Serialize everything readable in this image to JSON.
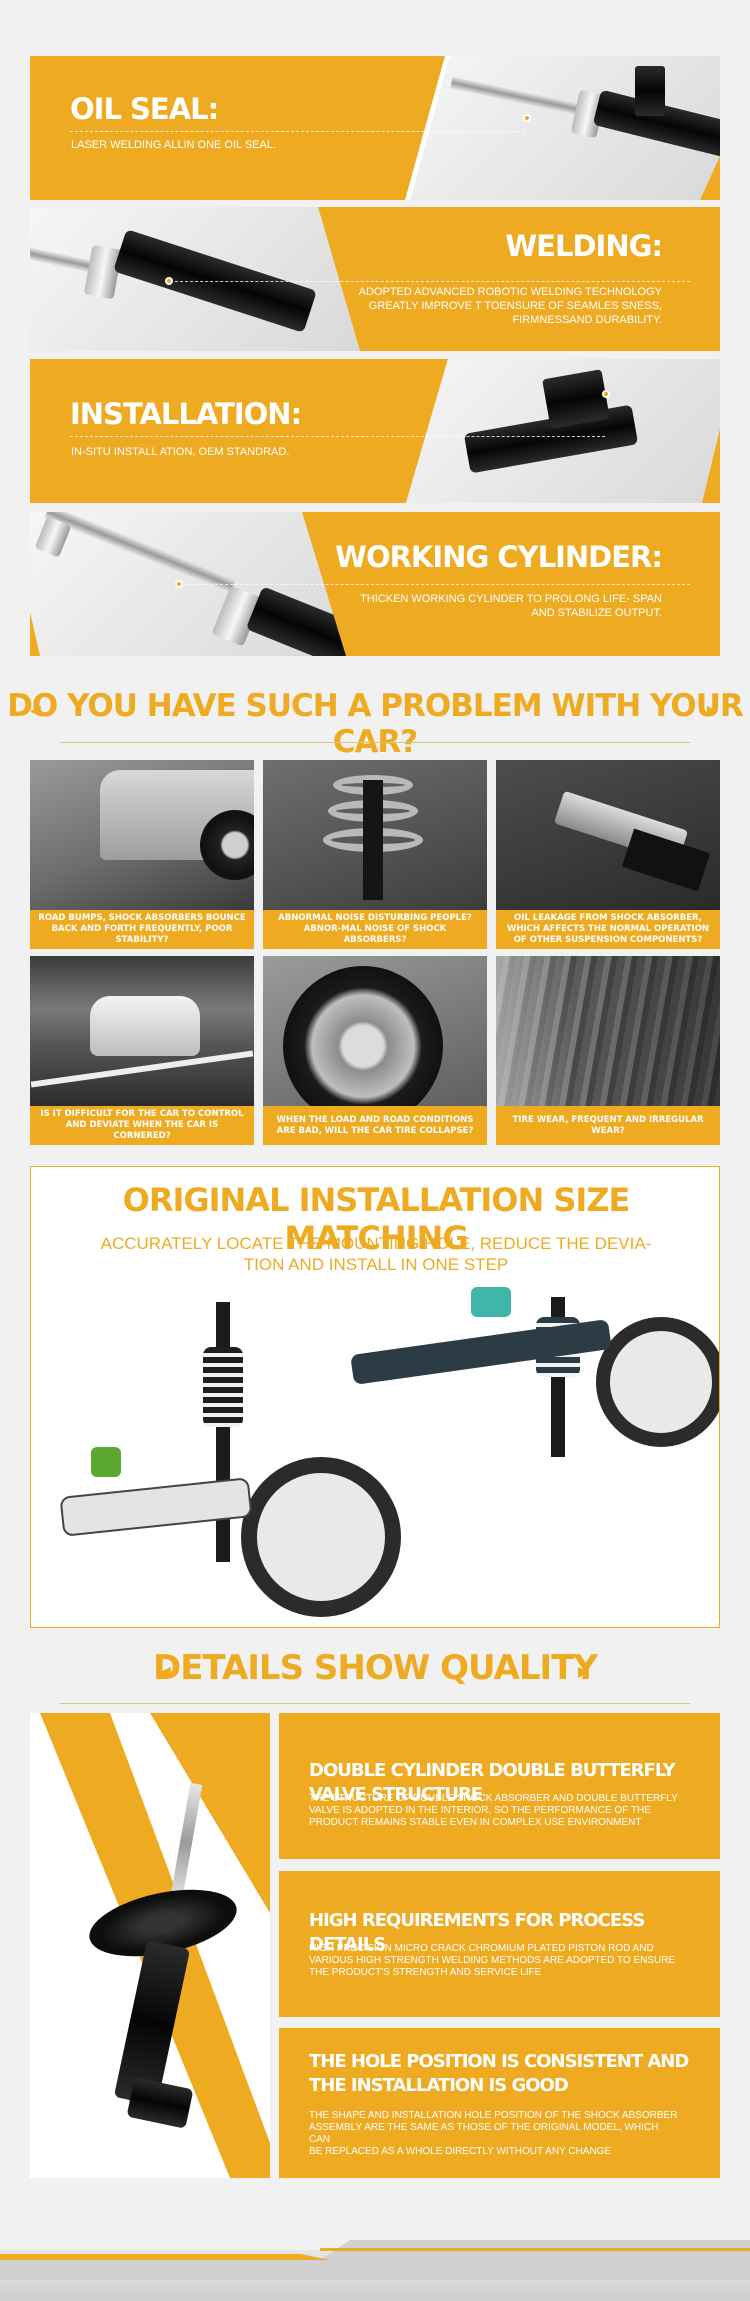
{
  "features": [
    {
      "title": "OIL SEAL:",
      "desc": "LASER WELDING ALLIN ONE OIL SEAL."
    },
    {
      "title": "WELDING:",
      "desc_lines": [
        "ADOPTED ADVANCED ROBOTIC WELDING TECHNOLOGY",
        "GREATLY IMPROVE T TOENSURE OF SEAMLES SNESS,",
        "FIRMNESSAND DURABILITY."
      ]
    },
    {
      "title": "INSTALLATION:",
      "desc": "IN-SITU INSTALL ATION, OEM STANDRAD."
    },
    {
      "title": "WORKING CYLINDER:",
      "desc_lines": [
        "THICKEN WORKING CYLINDER TO PROLONG LIFE- SPAN",
        "AND STABILIZE OUTPUT."
      ]
    }
  ],
  "problem_section": {
    "title": "DO YOU HAVE SUCH A PROBLEM WITH YOUR CAR?",
    "items": [
      {
        "caption": "ROAD BUMPS, SHOCK ABSORBERS BOUNCE BACK AND FORTH FREQUENTLY, POOR STABILITY?"
      },
      {
        "caption": "ABNORMAL NOISE DISTURBING PEOPLE? ABNOR-MAL NOISE OF SHOCK ABSORBERS?"
      },
      {
        "caption": "OIL LEAKAGE FROM SHOCK ABSORBER, WHICH AFFECTS THE NORMAL OPERATION OF OTHER SUSPENSION COMPONENTS?"
      },
      {
        "caption": "IS IT DIFFICULT FOR THE CAR TO CONTROL AND DEVIATE WHEN THE CAR IS CORNERED?"
      },
      {
        "caption": "WHEN THE LOAD AND ROAD CONDITIONS ARE BAD, WILL THE CAR TIRE COLLAPSE?"
      },
      {
        "caption": "TIRE WEAR, FREQUENT AND IRREGULAR WEAR?"
      }
    ]
  },
  "installation": {
    "title": "ORIGINAL INSTALLATION SIZE MATCHING",
    "subtitle_line1": "ACCURATELY LOCATE THE MOUNTING HOLE, REDUCE THE DEVIA-",
    "subtitle_line2": "TION AND INSTALL IN ONE STEP"
  },
  "details": {
    "title": "DETAILS SHOW QUALITY",
    "items": [
      {
        "title_lines": [
          "DOUBLE CYLINDER DOUBLE BUTTERFLY VALVE STRUCTURE"
        ],
        "desc_lines": [
          "THE STRUCTURE OF DOUBLE SHOCK ABSORBER AND DOUBLE BUTTERFLY",
          "VALVE IS ADOPTED IN THE INTERIOR, SO THE PERFORMANCE OF THE",
          "PRODUCT REMAINS STABLE EVEN IN COMPLEX USE ENVIRONMENT"
        ]
      },
      {
        "title_lines": [
          "HIGH REQUIREMENTS FOR PROCESS DETAILS"
        ],
        "desc_lines": [
          "HIGH PRECISION MICRO CRACK CHROMIUM PLATED PISTON ROD AND",
          "VARIOUS HIGH STRENGTH WELDING METHODS ARE ADOPTED TO ENSURE",
          "THE PRODUCT'S STRENGTH AND SERVICE LIFE"
        ]
      },
      {
        "title_lines": [
          "THE HOLE POSITION IS CONSISTENT AND",
          "THE INSTALLATION IS GOOD"
        ],
        "desc_lines": [
          "THE SHAPE AND INSTALLATION HOLE POSITION OF THE SHOCK ABSORBER",
          "ASSEMBLY ARE THE SAME AS THOSE OF THE ORIGINAL MODEL, WHICH CAN",
          "BE REPLACED AS A WHOLE DIRECTLY WITHOUT ANY CHANGE"
        ]
      }
    ]
  },
  "colors": {
    "accent": "#eeab22",
    "accent_dark": "#d99712",
    "background": "#f1f1f1"
  },
  "icons": {
    "left_arrow": "triangle-left-icon",
    "right_arrow": "triangle-right-icon"
  }
}
